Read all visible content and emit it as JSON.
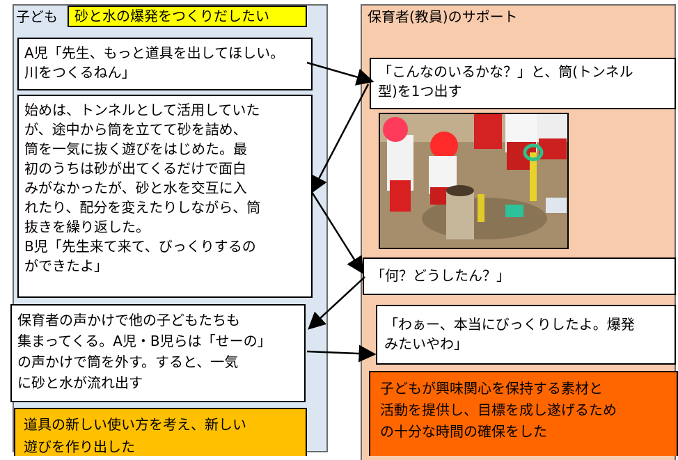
{
  "child_header": "子ども",
  "child_theme": "砂と水の爆発をつくりだしたい",
  "teacher_header": "保育者(教員)のサポート",
  "child_boxes": [
    {
      "lines": [
        "A児「先生、もっと道具を出してほしい。",
        "川をつくるねん」"
      ]
    },
    {
      "lines": [
        "始めは、トンネルとして活用していた",
        "が、途中から筒を立てて砂を詰め、",
        "筒を一気に抜く遊びをはじめた。最",
        "初のうちは砂が出てくるだけで面白",
        "みがなかったが、砂と水を交互に入",
        "れたり、配分を変えたりしながら、筒",
        "抜きを繰り返した。",
        "B児「先生来て来て、びっくりするの",
        "ができたよ」"
      ]
    },
    {
      "lines": [
        "保育者の声かけで他の子どもたちも",
        "集まってくる。A児・B児らは「せーの」",
        "の声かけで筒を外す。すると、一気",
        "に砂と水が流れ出す"
      ]
    }
  ],
  "child_reflection": [
    "道具の新しい使い方を考え、新しい",
    "遊びを作り出した"
  ],
  "teacher_boxes": [
    {
      "lines": [
        "「こんなのいるかな？」と、筒(トンネル",
        "型)を1つ出す"
      ]
    },
    {
      "lines": [
        "「何？どうしたん？」"
      ]
    },
    {
      "lines": [
        "「わぁー、本当にびっくりしたよ。爆発",
        "みたいやわ」"
      ]
    }
  ],
  "teacher_reflection": [
    "子どもが興味関心を保持する素材と",
    "活動を提供し、目標を成し遂げるため",
    "の十分な時間の確保をした"
  ],
  "colors": {
    "child_panel": "#dce6f2",
    "teacher_panel": "#f8cbad",
    "theme_highlight": "#ffff00",
    "child_reflection": "#ffc000",
    "teacher_reflection": "#ff6600"
  }
}
